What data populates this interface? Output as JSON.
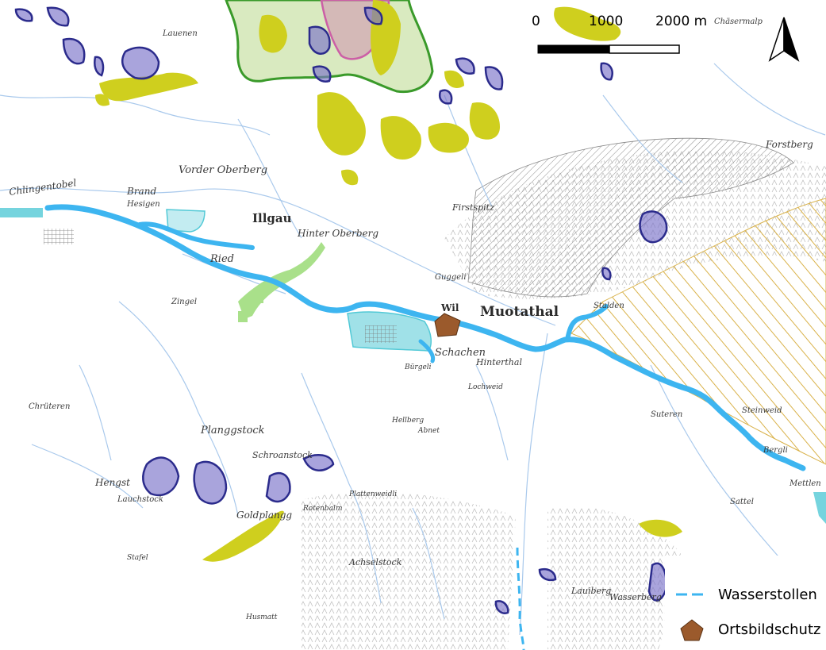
{
  "map": {
    "scale_labels": [
      "0",
      "1000",
      "2000 m"
    ],
    "north_arrow_icon": "north-arrow-icon",
    "colors": {
      "water_tunnel": "#3db5f0",
      "heritage": "#9b5a2c",
      "amphibian_outline": "#2b2b8c",
      "amphibian_fill": "#7b73c9",
      "dry_meadow": "#cfcf1e",
      "forest_reserve": "#3a9a2a",
      "moor": "#cc5fa6",
      "hunting_ban": "#d9b24a",
      "light_green": "#a9e08a",
      "teal_area": "#52c9d6",
      "rivers": "#a9c9ec"
    },
    "legend": {
      "items": [
        {
          "label": "Wasserstollen",
          "symbol": "dashed-line-icon"
        },
        {
          "label": "Ortsbildschutz",
          "symbol": "pentagon-icon"
        }
      ]
    },
    "place_names": {
      "muotathal": "Muotathal",
      "illgau": "Illgau",
      "schachen": "Schachen",
      "hinterthal": "Hinterthal",
      "ried": "Ried",
      "hesigen": "Hesigen",
      "wil": "Wil",
      "vorder_oberberg": "Vorder Oberberg",
      "hinter_oberberg": "Hinter Oberberg",
      "planggstock": "Planggstock",
      "hengst": "Hengst",
      "lauchstock": "Lauchstock",
      "schroanstock": "Schroanstock",
      "achselstock": "Achselstock",
      "lauiberg": "Lauiberg",
      "wasserberg": "Wasserberg",
      "forstberg": "Forstberg",
      "suteren": "Suteren",
      "steinweid": "Steinweid",
      "bergli": "Bergli",
      "mettlen": "Mettlen",
      "stalden": "Stalden",
      "firstspitz": "Firstspitz",
      "guggeli": "Guggeli",
      "zingel": "Zingel",
      "lauenen": "Lauenen",
      "chlingentobel": "Chlingentobel",
      "brand": "Brand",
      "lochweid": "Lochweid",
      "plattenweidli": "Plattenweidli",
      "rotenbalm": "Rotenbalm",
      "abnet": "Abnet",
      "hellberg": "Hellberg",
      "bürgeli": "Bürgeli",
      "husmatt": "Husmatt",
      "stafel": "Stafel",
      "goldplangg": "Goldplangg",
      "chrüteren": "Chrüteren",
      "sattel": "Sattel",
      "chäsermalp": "Chäsermalp"
    }
  }
}
